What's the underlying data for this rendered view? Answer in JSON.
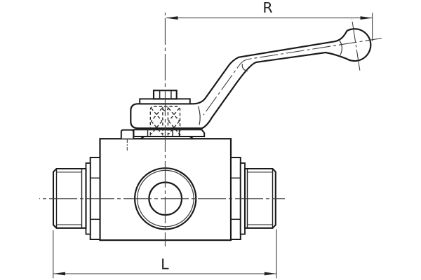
{
  "figure": {
    "type": "technical-drawing",
    "subject": "two-way ball valve with bent lever handle, side elevation",
    "background_color": "#ffffff",
    "outline_color": "#1a1a1a",
    "thin_line_color": "#3a3a3a",
    "dimensions": {
      "handle_reach": {
        "label": "R"
      },
      "overall_length": {
        "label": "L"
      }
    }
  }
}
